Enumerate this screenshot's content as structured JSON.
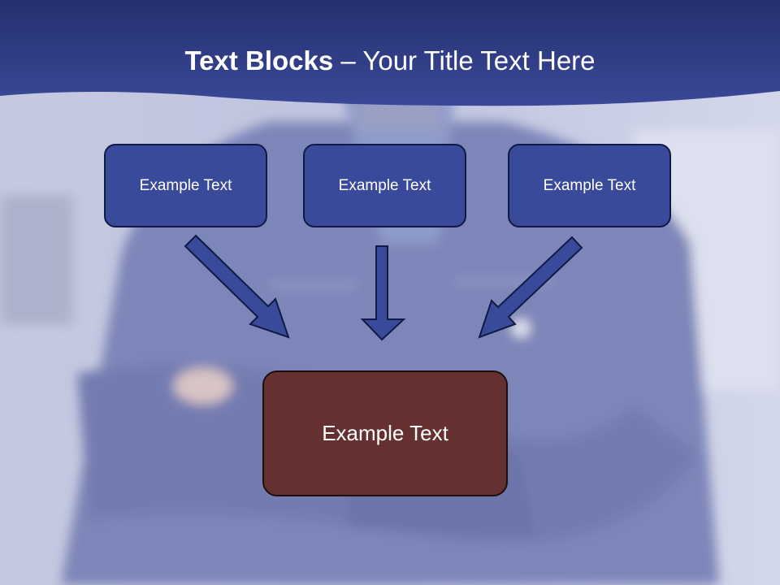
{
  "slide": {
    "title_bold": "Text Blocks",
    "title_rest": " – Your Title Text Here",
    "boxes": [
      {
        "label": "Example Text"
      },
      {
        "label": "Example Text"
      },
      {
        "label": "Example Text"
      }
    ],
    "main_box": {
      "label": "Example Text"
    }
  },
  "colors": {
    "header": "#2e3b8c",
    "box_fill": "#3a4a9a",
    "main_box_fill": "#653030",
    "arrow_fill": "#3a4a9a"
  }
}
